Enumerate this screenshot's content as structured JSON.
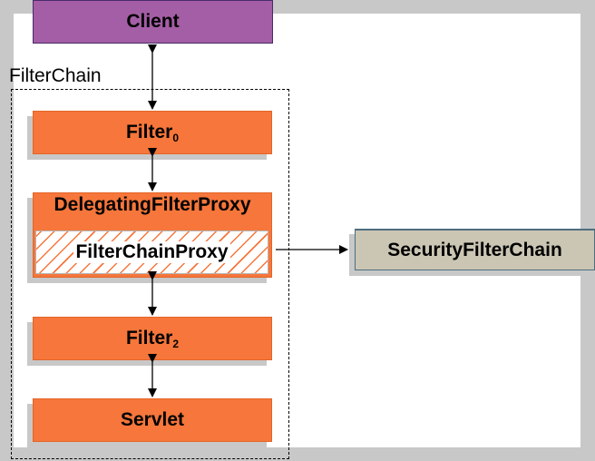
{
  "client": {
    "label": "Client"
  },
  "filter_chain": {
    "label": "FilterChain"
  },
  "filter0": {
    "label": "Filter",
    "sub": "0"
  },
  "delegating": {
    "label": "DelegatingFilterProxy"
  },
  "filter_chain_proxy": {
    "label": "FilterChainProxy"
  },
  "security_filter_chain": {
    "label": "SecurityFilterChain"
  },
  "filter2": {
    "label": "Filter",
    "sub": "2"
  },
  "servlet": {
    "label": "Servlet"
  },
  "colors": {
    "orange": "#f6763b",
    "client": "#a45ea5",
    "security": "#cbc6b4",
    "background": "#c8c8c8"
  }
}
